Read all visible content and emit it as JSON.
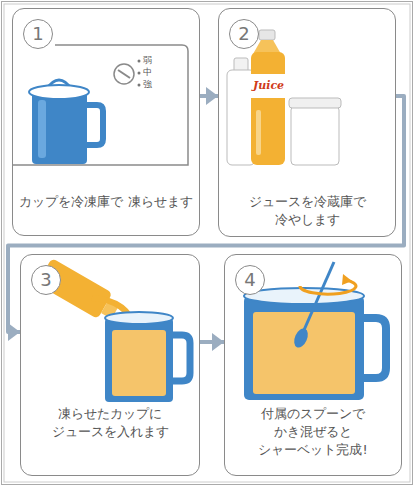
{
  "diagram": {
    "nodes": [
      {
        "text": [
          "カップを冷凍庫で 凍らせます"
        ]
      },
      {
        "text": [
          "1"
        ],
        "in": 0
      },
      {
        "text": [
          "ジュースを冷蔵庫で 冷やします"
        ]
      },
      {
        "text": [
          "2"
        ],
        "in": 2
      },
      {
        "text": [
          "凍らせたカップに ジュースを入れます"
        ]
      },
      {
        "text": [
          "3"
        ],
        "in": 4
      },
      {
        "text": [
          "付属のスプーンで かき混ぜると シャーベット完成!"
        ]
      },
      {
        "text": [
          "4"
        ],
        "in": 6
      }
    ],
    "edges": [
      {
        "from": 0,
        "to": 2,
        "arrow": "to"
      },
      {
        "from": 2,
        "to": 4,
        "arrow": "to"
      },
      {
        "from": 4,
        "to": 6,
        "arrow": "to"
      }
    ],
    "labels": [
      "弱",
      "中",
      "強",
      "Juice"
    ]
  }
}
